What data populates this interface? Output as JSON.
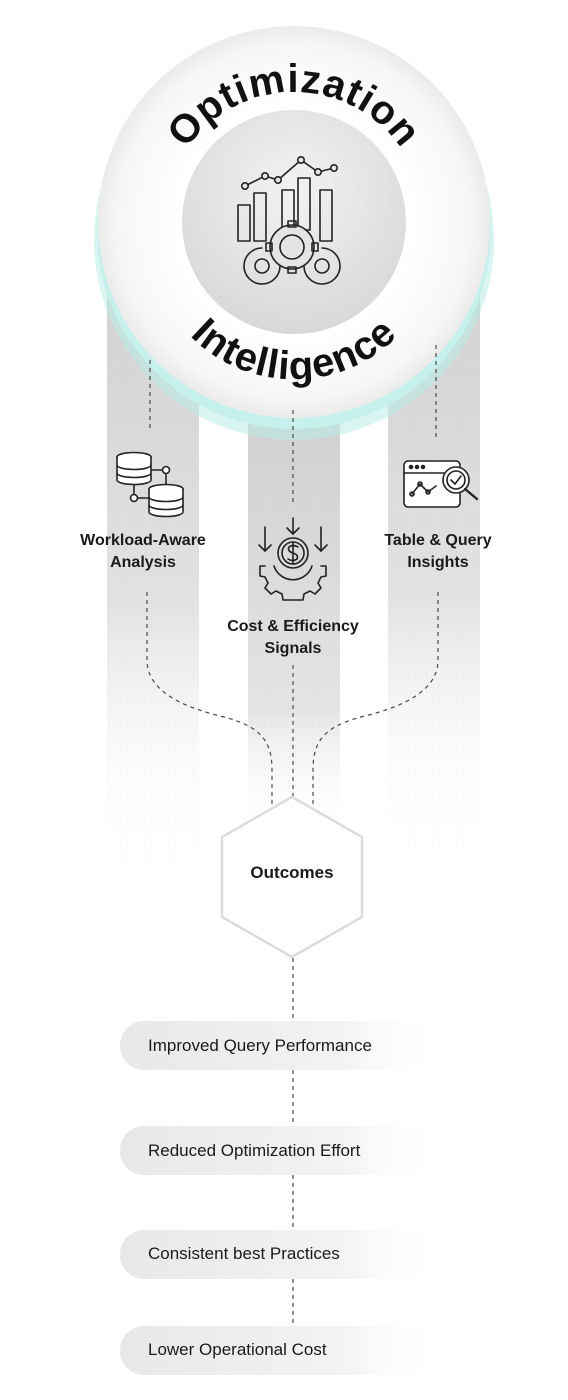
{
  "diagram": {
    "hub": {
      "top_text": "Optimization",
      "bottom_text": "Intelligence",
      "icon": "analytics-gears-icon"
    },
    "signals": [
      {
        "label": "Workload-Aware\nAnalysis",
        "icon": "database-network-icon"
      },
      {
        "label": "Cost & Efficiency\nSignals",
        "icon": "dollar-gear-icon"
      },
      {
        "label": "Table & Query\nInsights",
        "icon": "query-inspect-icon"
      }
    ],
    "outcomes_node": {
      "label": "Outcomes"
    },
    "outcomes": [
      "Improved Query Performance",
      "Reduced Optimization Effort",
      "Consistent best Practices",
      "Lower Operational Cost"
    ]
  },
  "colors": {
    "accent_teal": "#aee8e2",
    "column_gray": "#d6d6d6",
    "line": "#4a4a4a",
    "text": "#1a1a1a"
  }
}
